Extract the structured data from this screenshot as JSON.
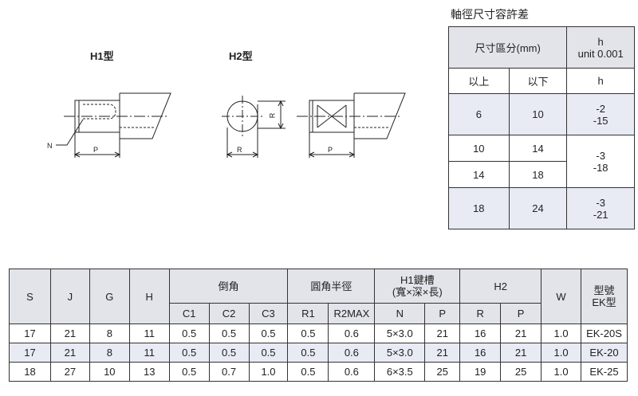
{
  "figures": {
    "h1_label": "H1型",
    "h2_label": "H2型",
    "n_label": "N",
    "p_label": "P",
    "r_label": "R"
  },
  "tolerance": {
    "title": "軸徑尺寸容許差",
    "header_size": "尺寸區分(mm)",
    "header_h_top": "h",
    "header_h_bottom": "unit 0.001",
    "sub_above": "以上",
    "sub_below": "以下",
    "sub_h": "h",
    "rows": [
      {
        "above": "6",
        "below": "10",
        "h_top": "-2",
        "h_bottom": "-15"
      },
      {
        "above": "10",
        "below": "14"
      },
      {
        "above": "14",
        "below": "18"
      },
      {
        "above": "18",
        "below": "24",
        "h_top": "-3",
        "h_bottom": "-21"
      }
    ],
    "merged_h_top": "-3",
    "merged_h_bottom": "-18"
  },
  "spec": {
    "headers": {
      "s": "S",
      "j": "J",
      "g": "G",
      "h": "H",
      "chamfer": "倒角",
      "round": "圓角半徑",
      "keyway_top": "H1鍵槽",
      "keyway_bottom": "(寬×深×長)",
      "h2": "H2",
      "w": "W",
      "model_top": "型號",
      "model_bottom": "EK型"
    },
    "subheaders": {
      "c1": "C1",
      "c2": "C2",
      "c3": "C3",
      "r1": "R1",
      "r2max": "R2MAX",
      "n": "N",
      "p1": "P",
      "r": "R",
      "p2": "P"
    },
    "rows": [
      {
        "s": "17",
        "j": "21",
        "g": "8",
        "h": "11",
        "c1": "0.5",
        "c2": "0.5",
        "c3": "0.5",
        "r1": "0.5",
        "r2max": "0.6",
        "n": "5×3.0",
        "p1": "21",
        "r": "16",
        "p2": "21",
        "w": "1.0",
        "model": "EK-20S"
      },
      {
        "s": "17",
        "j": "21",
        "g": "8",
        "h": "11",
        "c1": "0.5",
        "c2": "0.5",
        "c3": "0.5",
        "r1": "0.5",
        "r2max": "0.6",
        "n": "5×3.0",
        "p1": "21",
        "r": "16",
        "p2": "21",
        "w": "1.0",
        "model": "EK-20"
      },
      {
        "s": "18",
        "j": "27",
        "g": "10",
        "h": "13",
        "c1": "0.5",
        "c2": "0.7",
        "c3": "1.0",
        "r1": "0.5",
        "r2max": "0.6",
        "n": "6×3.5",
        "p1": "25",
        "r": "19",
        "p2": "25",
        "w": "1.0",
        "model": "EK-25"
      }
    ]
  }
}
